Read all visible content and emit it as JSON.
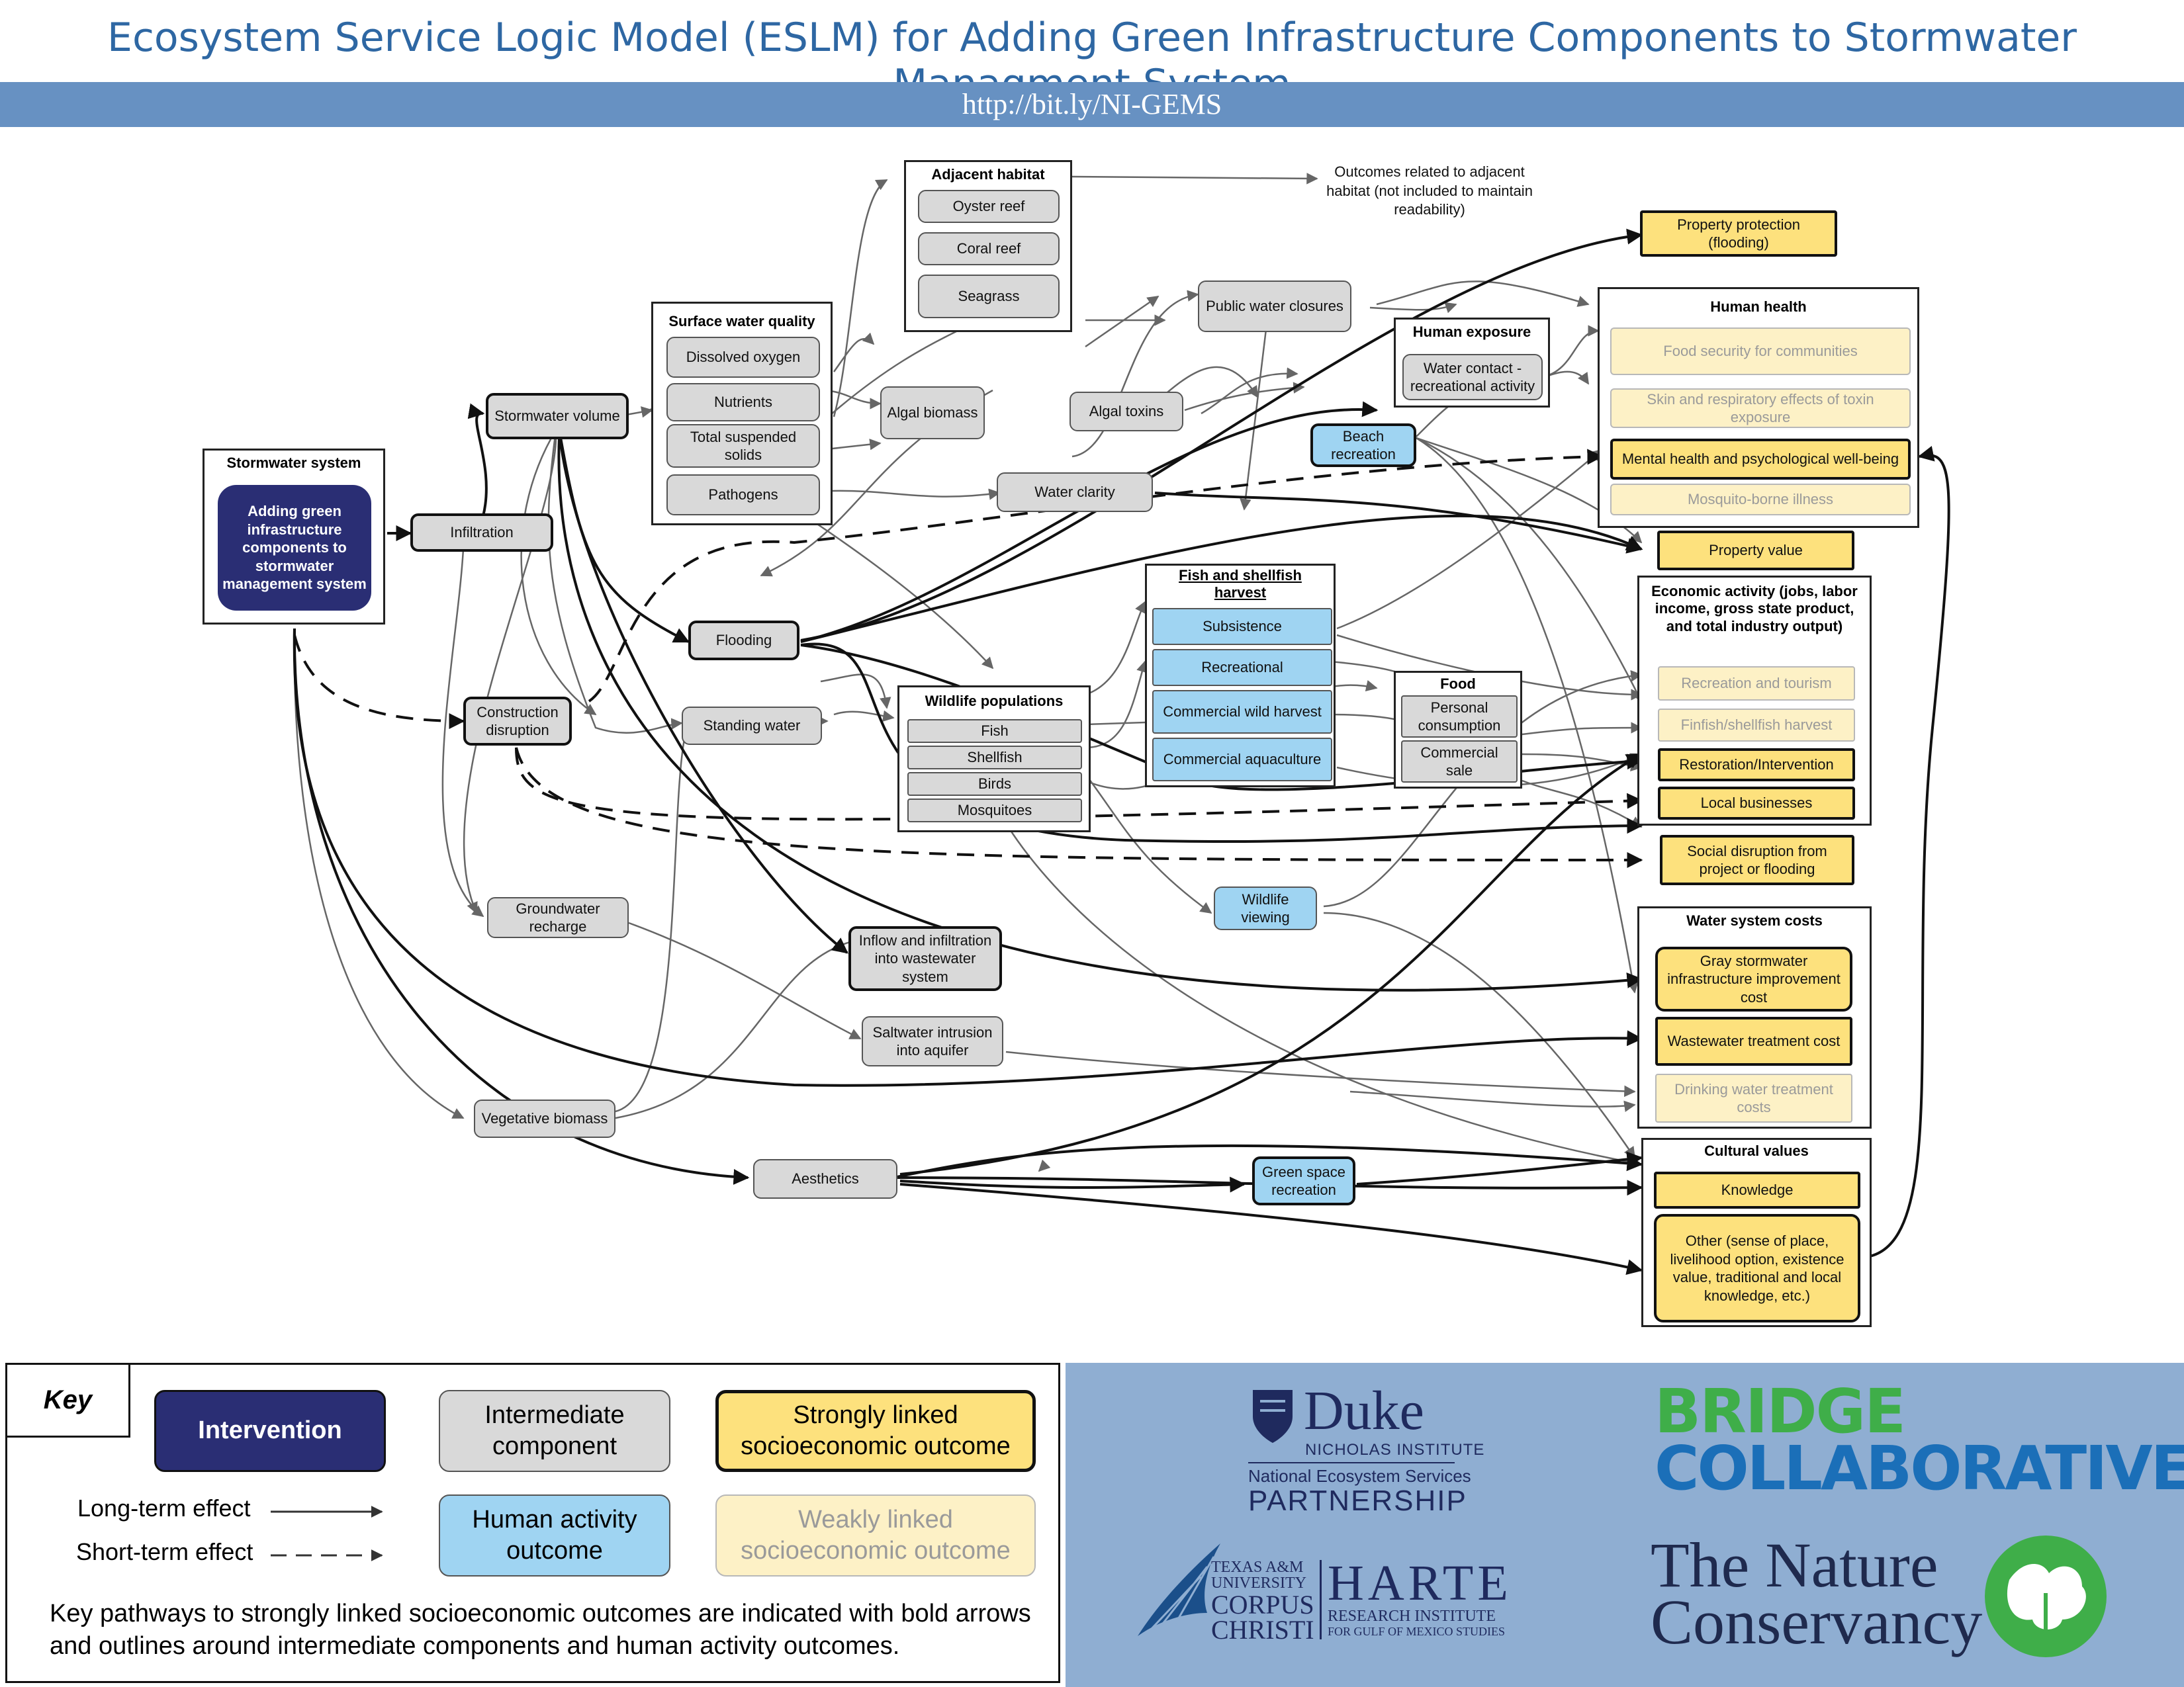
{
  "title": "Ecosystem Service Logic Model (ESLM) for Adding Green Infrastructure Components to Stormwater Managment System",
  "url": "http://bit.ly/NI-GEMS",
  "colors": {
    "intervention": "#2a2e74",
    "intermediate": "#d9d9d9",
    "human_activity": "#9fd4f2",
    "strong_outcome": "#fde17d",
    "weak_outcome": "#fdf1c6",
    "banner": "#6791c2",
    "logo_panel": "#8faed2"
  },
  "groups": {
    "stormwater_system": "Stormwater system",
    "surface_water_quality": "Surface water quality",
    "adjacent_habitat": "Adjacent habitat",
    "wildlife_populations": "Wildlife populations",
    "fish_shellfish": "Fish and shellfish harvest",
    "human_exposure": "Human exposure",
    "food": "Food",
    "human_health": "Human health",
    "economic_activity": "Economic activity (jobs, labor income, gross state product, and total industry output)",
    "water_system_costs": "Water system costs",
    "cultural_values": "Cultural values"
  },
  "nodes": {
    "intervention": "Adding green infrastructure components to stormwater management system",
    "infiltration": "Infiltration",
    "stormwater_volume": "Stormwater volume",
    "construction_disruption": "Construction disruption",
    "flooding": "Flooding",
    "standing_water": "Standing water",
    "groundwater_recharge": "Groundwater recharge",
    "vegetative_biomass": "Vegetative biomass",
    "aesthetics": "Aesthetics",
    "inflow_infiltration": "Inflow and infiltration into wastewater system",
    "saltwater_intrusion": "Saltwater intrusion into aquifer",
    "dissolved_oxygen": "Dissolved oxygen",
    "nutrients": "Nutrients",
    "tss": "Total suspended solids",
    "pathogens": "Pathogens",
    "algal_biomass": "Algal biomass",
    "algal_toxins": "Algal toxins",
    "water_clarity": "Water clarity",
    "oyster_reef": "Oyster reef",
    "coral_reef": "Coral reef",
    "seagrass": "Seagrass",
    "adjacent_note": "Outcomes related to adjacent habitat (not included to maintain readability)",
    "public_water_closures": "Public water closures",
    "water_contact": "Water contact - recreational activity",
    "beach_recreation": "Beach recreation",
    "fish": "Fish",
    "shellfish": "Shellfish",
    "birds": "Birds",
    "mosquitoes": "Mosquitoes",
    "subsistence": "Subsistence",
    "recreational": "Recreational",
    "commercial_wild": "Commercial wild harvest",
    "commercial_aqua": "Commercial aquaculture",
    "personal_consumption": "Personal consumption",
    "commercial_sale": "Commercial sale",
    "wildlife_viewing": "Wildlife viewing",
    "green_space_recreation": "Green space recreation",
    "property_protection": "Property protection (flooding)",
    "food_security": "Food security for communities",
    "skin_resp": "Skin and respiratory effects of toxin exposure",
    "mental_health": "Mental health and psychological well-being",
    "mosquito_illness": "Mosquito-borne illness",
    "property_value": "Property value",
    "recreation_tourism": "Recreation and tourism",
    "finfish_harvest": "Finfish/shellfish harvest",
    "restoration": "Restoration/Intervention",
    "local_business": "Local businesses",
    "social_disruption": "Social disruption from project or flooding",
    "gray_infra": "Gray stormwater infrastructure improvement cost",
    "wastewater_cost": "Wastewater treatment cost",
    "drinking_cost": "Drinking water treatment costs",
    "knowledge": "Knowledge",
    "other_cultural": "Other (sense of place, livelihood option, existence value, traditional and local knowledge, etc.)"
  },
  "key": {
    "label": "Key",
    "intervention": "Intervention",
    "intermediate": "Intermediate component",
    "strong": "Strongly linked socioeconomic outcome",
    "human_activity": "Human activity outcome",
    "weak": "Weakly linked socioeconomic outcome",
    "long_term": "Long-term effect",
    "short_term": "Short-term effect",
    "note": "Key pathways to strongly linked socioeconomic outcomes are indicated with bold arrows and outlines around intermediate components and human activity outcomes."
  },
  "logos": {
    "duke": "Duke",
    "nicholas": "NICHOLAS INSTITUTE",
    "nesp1": "National Ecosystem Services",
    "nesp2": "PARTNERSHIP",
    "bridge1": "BRIDGE",
    "bridge2": "COLLABORATIVE",
    "tamu1": "TEXAS A&M",
    "tamu2": "UNIVERSITY",
    "tamu3": "CORPUS",
    "tamu4": "CHRISTI",
    "harte1": "HARTE",
    "harte2": "RESEARCH INSTITUTE",
    "harte3": "FOR GULF OF MEXICO STUDIES",
    "tnc1": "The Nature",
    "tnc2": "Conservancy"
  }
}
